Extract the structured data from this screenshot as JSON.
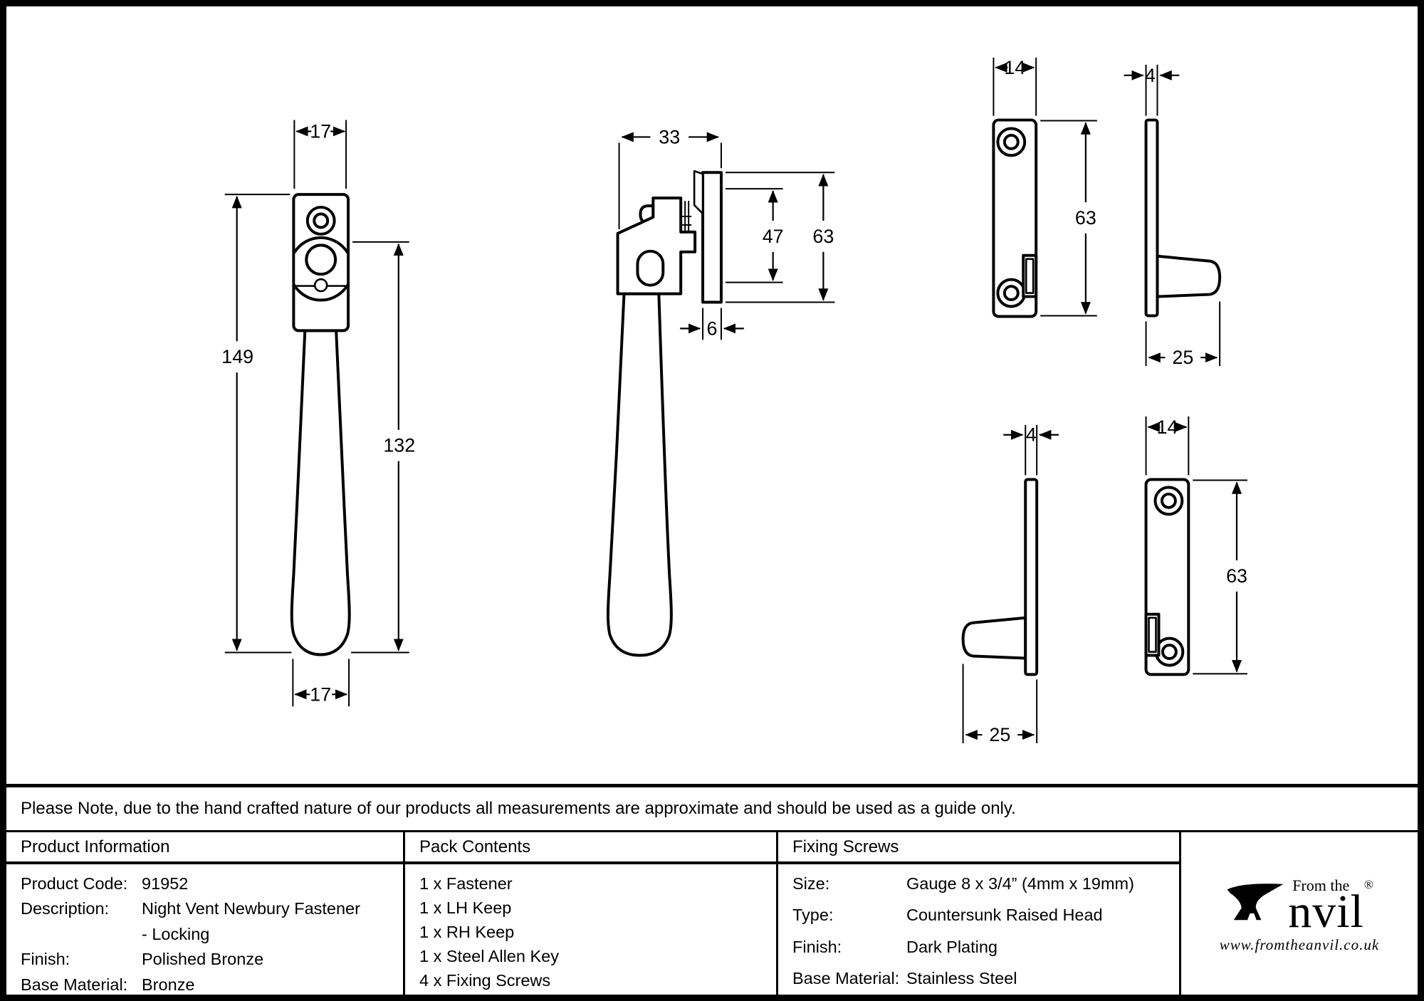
{
  "note": "Please Note, due to the hand crafted nature of our products all measurements are approximate and should be used as a guide only.",
  "dims": {
    "front_width_top": "17",
    "front_height": "149",
    "front_handle_height": "132",
    "front_width_bottom": "17",
    "side_depth": "33",
    "side_plate_inner_height": "47",
    "side_plate_height": "63",
    "side_plate_thickness": "6",
    "keep_rh_width": "14",
    "keep_rh_height": "63",
    "keep_rh_thickness": "4",
    "keep_rh_depth": "25",
    "keep_lh_thickness": "4",
    "keep_lh_depth": "25",
    "keep_lh_width": "14",
    "keep_lh_height": "63"
  },
  "table": {
    "product_information": {
      "title": "Product Information",
      "rows": [
        {
          "label": "Product Code:",
          "value": "91952"
        },
        {
          "label": "Description:",
          "value": "Night Vent Newbury Fastener"
        },
        {
          "label": "",
          "value": "- Locking"
        },
        {
          "label": "Finish:",
          "value": "Polished Bronze"
        },
        {
          "label": "Base Material:",
          "value": "Bronze"
        }
      ]
    },
    "pack_contents": {
      "title": "Pack Contents",
      "items": [
        "1 x Fastener",
        "1 x LH Keep",
        "1 x RH Keep",
        "1 x Steel Allen Key",
        "4 x Fixing Screws"
      ]
    },
    "fixing_screws": {
      "title": "Fixing Screws",
      "rows": [
        {
          "label": "Size:",
          "value": "Gauge 8 x 3/4” (4mm x 19mm)"
        },
        {
          "label": "Type:",
          "value": "Countersunk Raised Head"
        },
        {
          "label": "Finish:",
          "value": "Dark Plating"
        },
        {
          "label": "Base Material:",
          "value": "Stainless Steel"
        }
      ]
    },
    "logo": {
      "brand_prefix": "From the",
      "brand_name": "nvil",
      "registered": "®",
      "website": "www.fromtheanvil.co.uk"
    }
  }
}
